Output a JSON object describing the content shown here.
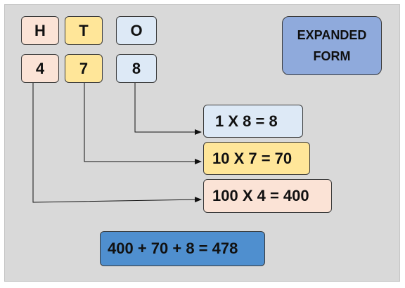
{
  "place_headers": [
    "H",
    "T",
    "O"
  ],
  "digits": [
    "4",
    "7",
    "8"
  ],
  "title_lines": [
    "EXPANDED",
    "FORM"
  ],
  "equations": [
    "1 X 8 = 8",
    "10 X 7 = 70",
    "100 X 4 = 400"
  ],
  "sum": "400 + 70 + 8 = 478",
  "colors": {
    "hundreds": "#fbe3d6",
    "tens": "#ffe699",
    "ones": "#dde9f6",
    "title_box": "#8faadc",
    "sum_box": "#4f8fcf",
    "background": "#d9d9d9"
  }
}
